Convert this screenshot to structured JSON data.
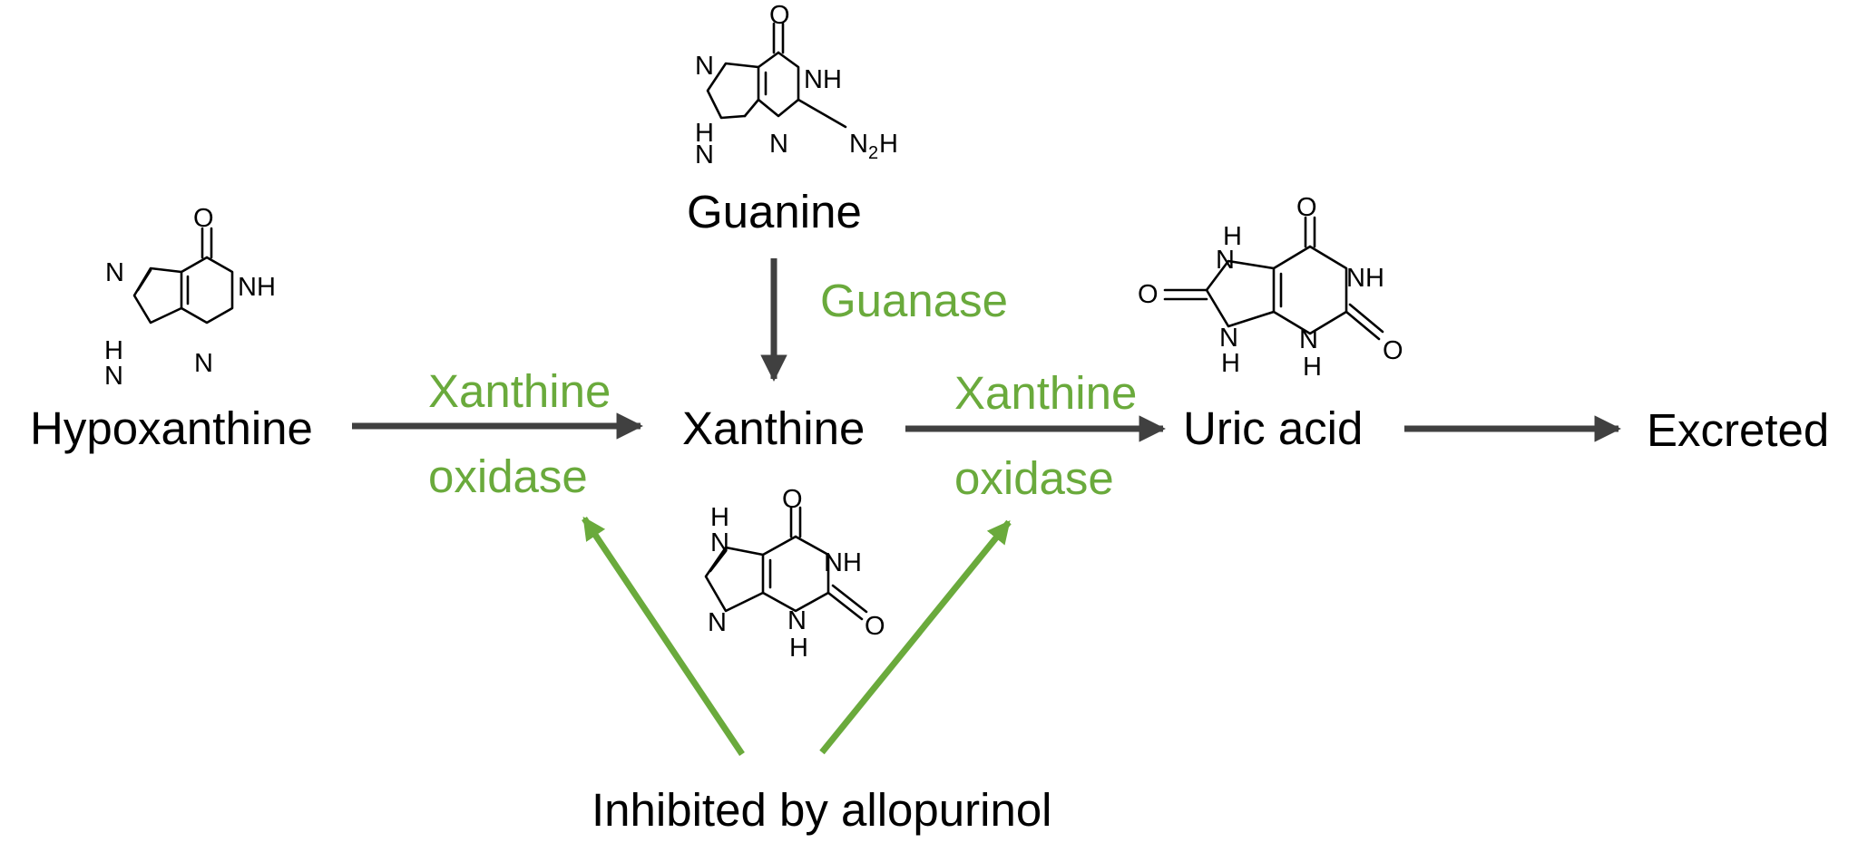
{
  "compounds": {
    "hypoxanthine": "Hypoxanthine",
    "guanine": "Guanine",
    "xanthine": "Xanthine",
    "uric_acid": "Uric acid",
    "excreted": "Excreted"
  },
  "enzymes": {
    "guanase": "Guanase",
    "xo1_line1": "Xanthine",
    "xo1_line2": "oxidase",
    "xo2_line1": "Xanthine",
    "xo2_line2": "oxidase"
  },
  "inhibitor": "Inhibited by allopurinol",
  "atoms": {
    "O": "O",
    "N": "N",
    "NH": "NH",
    "H": "H",
    "N2H_main": "N",
    "N2H_sub": "2",
    "N2H_tail": "H"
  },
  "colors": {
    "arrow": "#404040",
    "enzyme_green": "#6aaa3c",
    "text": "#000000"
  }
}
